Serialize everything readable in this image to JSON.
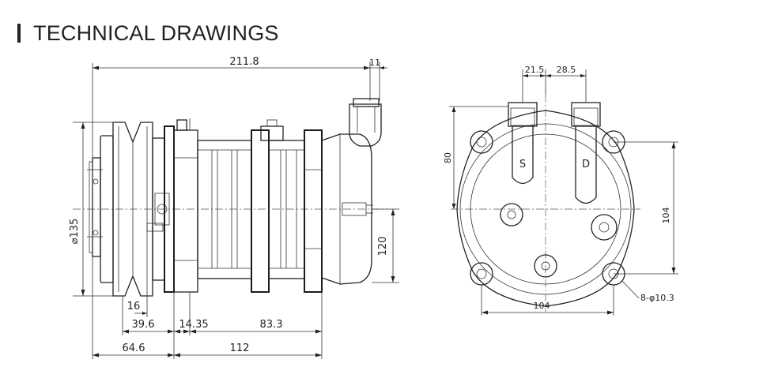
{
  "header": {
    "title": "TECHNICAL DRAWINGS"
  },
  "side_view": {
    "dims": {
      "overall_length": "211.8",
      "fitting": "11",
      "pulley_diameter": "⌀135",
      "height": "120",
      "groove": "16",
      "pulley_offset": "39.6",
      "flange": "14.35",
      "body": "83.3",
      "front": "64.6",
      "rear": "112"
    }
  },
  "rear_view": {
    "dims": {
      "port_s_offset": "21.5",
      "port_d_offset": "28.5",
      "port_height": "80",
      "vertical_mount": "104",
      "horizontal_mount": "104",
      "holes": "8-φ10.3"
    },
    "ports": {
      "suction": "S",
      "discharge": "D"
    }
  }
}
